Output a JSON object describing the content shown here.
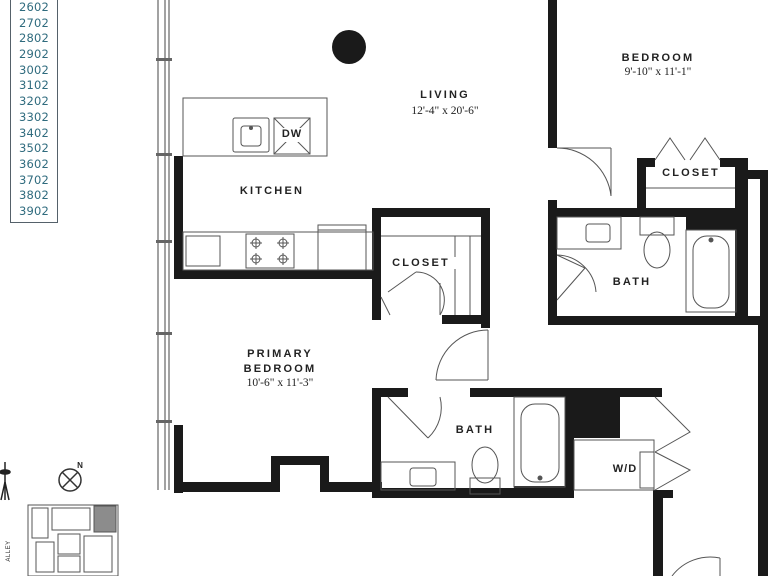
{
  "unit_numbers": [
    "2602",
    "2702",
    "2802",
    "2902",
    "3002",
    "3102",
    "3202",
    "3302",
    "3402",
    "3502",
    "3602",
    "3702",
    "3802",
    "3902"
  ],
  "rooms": {
    "living": {
      "name": "LIVING",
      "dims": "12'-4\" x 20'-6\""
    },
    "kitchen": {
      "name": "KITCHEN"
    },
    "bedroom": {
      "name": "BEDROOM",
      "dims": "9'-10\" x 11'-1\""
    },
    "closet_bedroom": {
      "name": "CLOSET"
    },
    "closet_hall": {
      "name": "CLOSET"
    },
    "bath_upper": {
      "name": "BATH"
    },
    "primary_bedroom": {
      "name": "PRIMARY\nBEDROOM",
      "line1": "PRIMARY",
      "line2": "BEDROOM",
      "dims": "10'-6\" x 11'-3\""
    },
    "bath_lower": {
      "name": "BATH"
    }
  },
  "appliances": {
    "dishwasher": "DW",
    "washer_dryer": "W/D"
  },
  "compass": {
    "north_label": "N"
  },
  "key_plan": {
    "street_label": "ALLEY"
  },
  "colors": {
    "wall": "#1a1a1a",
    "line": "#444444",
    "unit_text": "#2f6b7e",
    "key_highlight": "#8c8c8c"
  }
}
